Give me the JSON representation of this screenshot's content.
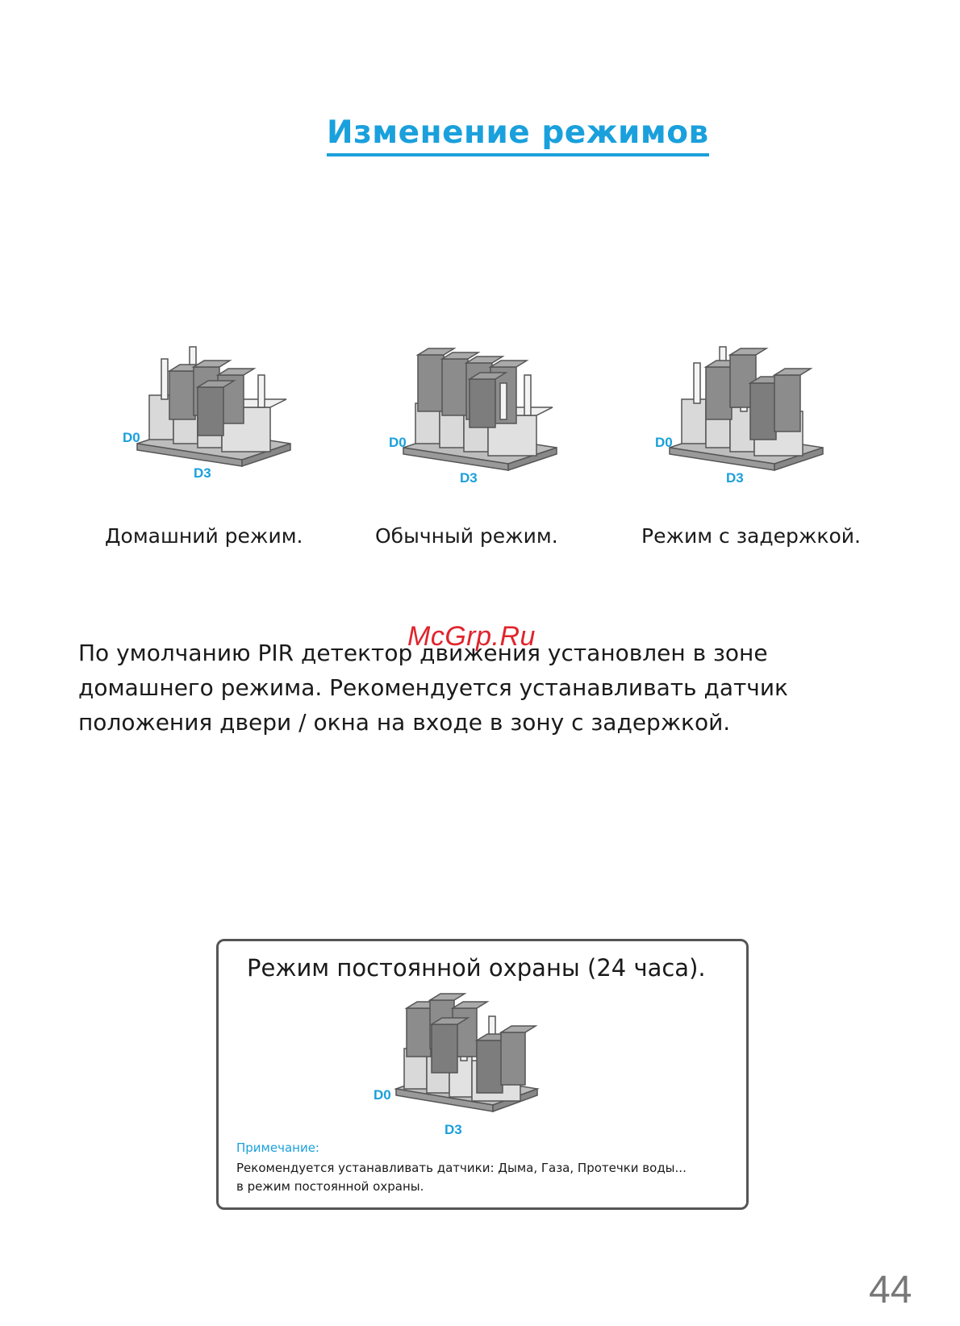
{
  "title": "Изменение режимов",
  "modes": [
    {
      "label": "Домашний режим.",
      "d0": "D0",
      "d3": "D3"
    },
    {
      "label": "Обычный режим.",
      "d0": "D0",
      "d3": "D3"
    },
    {
      "label": "Режим с задержкой.",
      "d0": "D0",
      "d3": "D3"
    }
  ],
  "paragraph": [
    "По умолчанию PIR детектор движения установлен в зоне",
    "домашнего режима. Рекомендуется устанавливать датчик",
    "положения двери / окна на входе в зону с задержкой."
  ],
  "watermark": "McGrp.Ru",
  "box": {
    "title": "Режим постоянной охраны (24 часа).",
    "d0": "D0",
    "d3": "D3",
    "note_label": "Примечание:",
    "note_lines": [
      "Рекомендуется устанавливать датчики: Дыма, Газа, Протечки воды...",
      "в режим постоянной охраны."
    ]
  },
  "page_number": "44",
  "colors": {
    "accent": "#1aa0dc",
    "watermark": "#e0242c"
  }
}
